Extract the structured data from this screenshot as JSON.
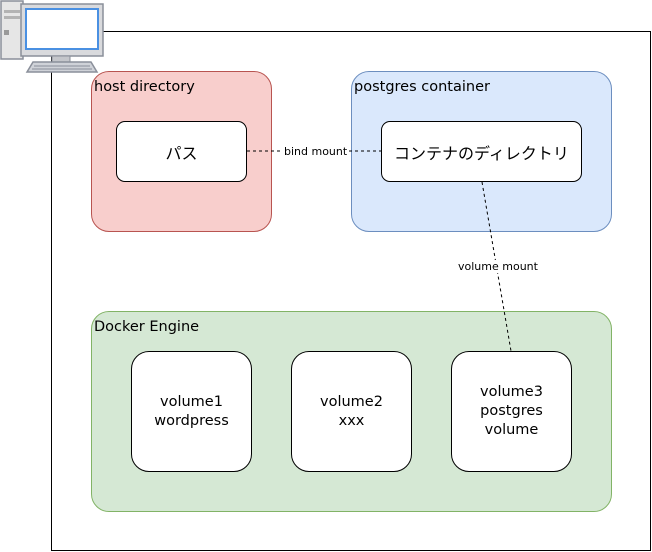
{
  "groups": {
    "host": {
      "label": "host directory",
      "color": "#f8cecc"
    },
    "postgres": {
      "label": "postgres container",
      "color": "#dae8fc"
    },
    "docker": {
      "label": "Docker Engine",
      "color": "#d5e8d4"
    }
  },
  "nodes": {
    "path": "パス",
    "container_dir": "コンテナのディレクトリ"
  },
  "volumes": [
    {
      "line1": "volume1",
      "line2": "wordpress"
    },
    {
      "line1": "volume2",
      "line2": "xxx"
    },
    {
      "line1": "volume3",
      "line2": "postgres volume"
    }
  ],
  "edges": {
    "bind_mount": "bind mount",
    "volume_mount": "volume mount"
  },
  "icons": {
    "computer": "computer-icon"
  }
}
